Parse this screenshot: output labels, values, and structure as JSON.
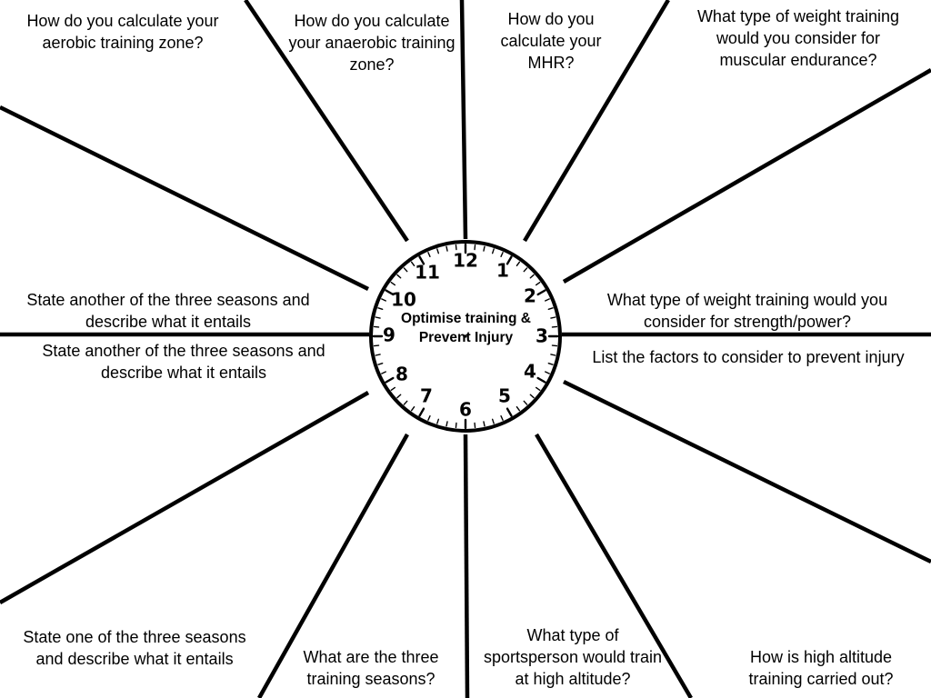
{
  "center_title": "Optimise training & Prevent Injury",
  "clock_numbers": [
    "12",
    "1",
    "2",
    "3",
    "4",
    "5",
    "6",
    "7",
    "8",
    "9",
    "10",
    "11"
  ],
  "questions": {
    "aerobic_zone": "How do you calculate your aerobic training zone?",
    "anaerobic_zone": "How do you calculate your anaerobic training zone?",
    "mhr": "How do you calculate your MHR?",
    "muscular_endurance": "What type of weight training would you consider for muscular endurance?",
    "strength_power": "What type of weight training would you consider for strength/power?",
    "prevent_injury": "List the factors to consider to prevent injury",
    "season_another_1": "State another of the three seasons and describe what it entails",
    "season_another_2": "State another of the three seasons and describe what it entails",
    "season_one": "State one of the three seasons and describe what it entails",
    "three_seasons": "What are the three training seasons?",
    "sportsperson_altitude": "What type of sportsperson would train at high altitude?",
    "altitude_how": "How is high altitude training carried out?"
  },
  "colors": {
    "line": "#000000",
    "background": "#ffffff"
  }
}
